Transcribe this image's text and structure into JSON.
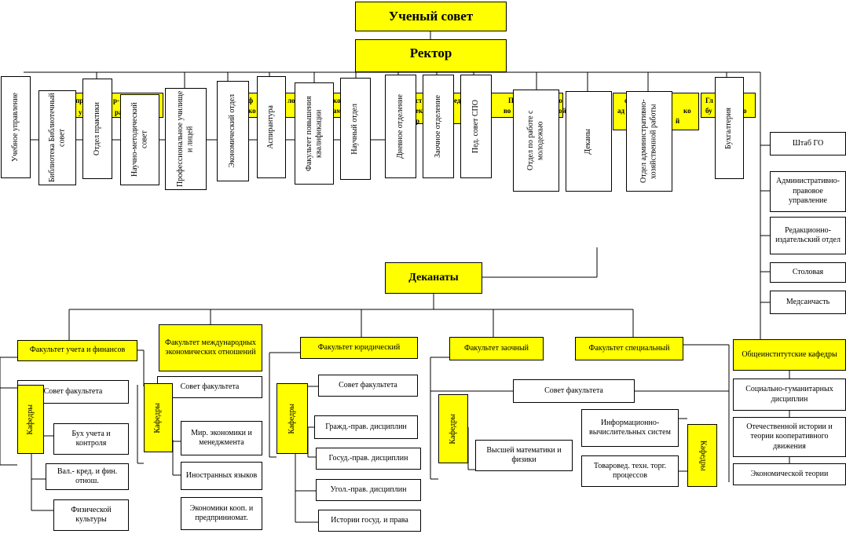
{
  "top": {
    "council": "Ученый совет",
    "rector": "Ректор",
    "deans": "Деканаты"
  },
  "row_units": {
    "ucheb": "Учебное управление",
    "biblio": "Библиотека Библиотечный совет",
    "praktik": "Отдел практики",
    "nmsovet": "Научно-методический совет",
    "prof": "Профессиональное училище и лицей",
    "econ": "Экономический отдел",
    "aspir": "Аспирантура",
    "fpk": "Факультет повышения квалификации",
    "nauch": "Научный отдел",
    "dnevn": "Дневное отделение",
    "zaoch": "Заочное отделение",
    "spo": "Пед. совет СПО",
    "molod": "Отдел по работе с молодежью",
    "dekan": "Деканы",
    "aho": "Отдел административно-хозяйственной работы",
    "buh": "Бухгалтерия"
  },
  "fragments": {
    "f1": "пр",
    "f2": "р-",
    "f3": "у",
    "f4": "ра",
    "f5": "ф",
    "f6": "ко",
    "f7": "ло",
    "f8": "ам",
    "f9": "ко",
    "f10": "ст",
    "f11": "ек",
    "f12": "р",
    "f13": "ед",
    "f14": "П",
    "f15": "во",
    "f16": "то",
    "f17": "ой",
    "f18": "о",
    "f19": "ад",
    "f20": "ко",
    "f21": "й",
    "f22": "Гл",
    "f23": "бу",
    "f24": "о"
  },
  "side_units": {
    "shtab": "Штаб ГО",
    "adm": "Административно-правовое управление",
    "redak": "Редакционно-издательский отдел",
    "stolov": "Столовая",
    "med": "Медсанчасть"
  },
  "faculties": {
    "uchet": {
      "title": "Факультет учета и финансов",
      "council": "Совет факультета",
      "chairs": "Кафедры",
      "items": [
        "Бух учета и контроля",
        "Вал.- кред. и фин. отнош.",
        "Физической культуры"
      ]
    },
    "meo": {
      "title": "Факультет международных экономических отношений",
      "council": "Совет факультета",
      "chairs": "Кафедры",
      "items": [
        "Мир. экономики и менеджмента",
        "Иностранных языков",
        "Экономики коoп. и предприниомат."
      ]
    },
    "jur": {
      "title": "Факультет юридический",
      "council": "Совет факультета",
      "chairs": "Кафедры",
      "items": [
        "Гражд.-прав. дисциплин",
        "Госуд.-прав. дисциплин",
        "Угол.-прав. дисциплин",
        "Истории госуд. и права"
      ]
    },
    "zaoch": {
      "title": "Факультет заочный",
      "chairs": "Кафедры",
      "items": [
        "Высшей математики и физики"
      ]
    },
    "spec": {
      "title": "Факультет специальный",
      "council": "Совет факультета",
      "chairs": "Кафедры",
      "items": [
        "Информационно-вычислительных систем",
        "Товаровед. техн. торг. процессов"
      ]
    },
    "common": {
      "title": "Общеинститутские кафедры",
      "items": [
        "Социально-гуманитарных дисциплин",
        "Отечественной истории и теории кооперативного движения",
        "Экономической теории"
      ]
    }
  }
}
